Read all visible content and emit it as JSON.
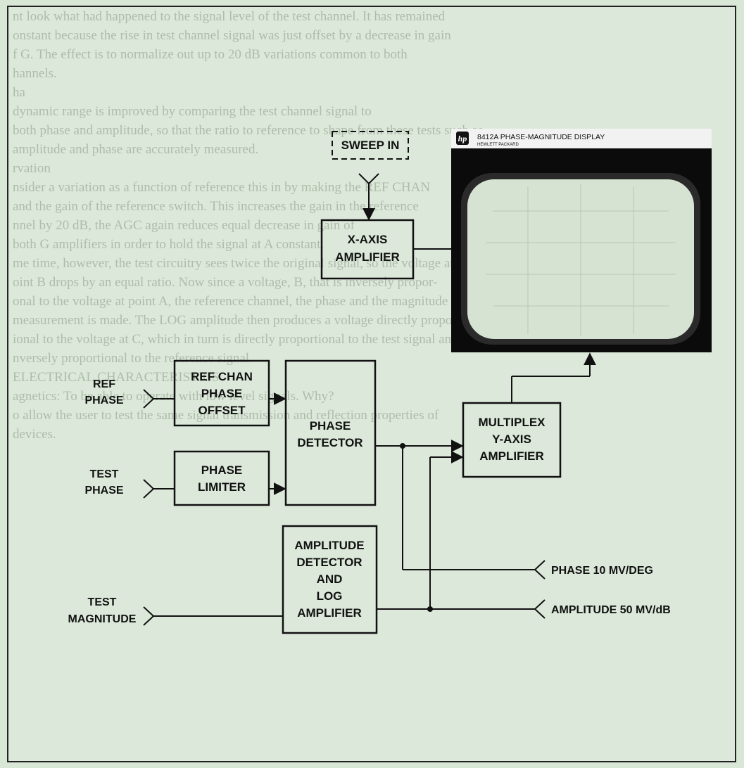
{
  "background_text": [
    "nt look what had happened to the signal level of the test channel. It has remained",
    "onstant because the rise in test channel signal was just offset by a decrease in gain",
    "f G. The effect is to normalize out up to 20 dB variations common to both",
    "hannels.",
    "ha",
    "dynamic range is improved by comparing the test channel signal to",
    "both phase and amplitude, so that the ratio to reference to shape from these tests such as",
    "amplitude and phase are accurately measured.",
    "rvation",
    "nsider a variation as a function of reference this in by making the REF CHAN",
    "and the gain of the reference switch. This increases the gain in the reference",
    "nnel by 20 dB, the AGC again reduces equal decrease in gain of",
    "both G amplifiers in order to hold the signal at A constant.",
    "me time, however, the test circuitry sees twice the original signal, so the voltage at",
    "oint B drops by an equal ratio. Now since a voltage, B, that is inversely propor-",
    "onal to the voltage at point A, the reference channel, the phase and the magnitude",
    "measurement is made. The LOG amplitude then produces a voltage directly propor-",
    "ional to the voltage at C, which in turn is directly proportional to the test signal and",
    "nversely proportional to the reference signal.",
    "ELECTRICAL CHARACTERISTICS",
    "agnetics: To be able to operate with low level signals. Why?",
    "o allow the user to test the same signal transmission and reflection properties of",
    "devices."
  ],
  "display": {
    "logo": "hp",
    "model_title": "8412A PHASE-MAGNITUDE DISPLAY",
    "maker": "HEWLETT PACKARD"
  },
  "blocks": {
    "sweep_in": "SWEEP IN",
    "x_axis_amp": [
      "X-AXIS",
      "AMPLIFIER"
    ],
    "ref_chan_offset": [
      "REF CHAN",
      "PHASE",
      "OFFSET"
    ],
    "phase_limiter": [
      "PHASE",
      "LIMITER"
    ],
    "phase_detector": [
      "PHASE",
      "DETECTOR"
    ],
    "multiplex": [
      "MULTIPLEX",
      "Y-AXIS",
      "AMPLIFIER"
    ],
    "amp_detector": [
      "AMPLITUDE",
      "DETECTOR",
      "AND",
      "LOG",
      "AMPLIFIER"
    ]
  },
  "inputs": {
    "ref_phase": [
      "REF",
      "PHASE"
    ],
    "test_phase": [
      "TEST",
      "PHASE"
    ],
    "test_magnitude": [
      "TEST",
      "MAGNITUDE"
    ]
  },
  "outputs": {
    "phase": "PHASE 10 MV/DEG",
    "amplitude": "AMPLITUDE 50 MV/dB"
  },
  "colors": {
    "background": "#dce9da",
    "ink": "#111111",
    "ghost_text": "#aebcab",
    "display_body": "#0b0b0b",
    "screen": "#d6e3d3"
  }
}
